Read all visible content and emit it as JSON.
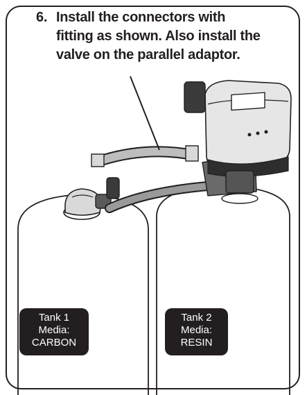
{
  "instruction": {
    "number": "6.",
    "text": "Install the connectors with\nfitting as shown.  Also install the\nvalve on the parallel adaptor."
  },
  "tanks": [
    {
      "line1": "Tank 1",
      "line2": "Media:",
      "line3": "CARBON"
    },
    {
      "line1": "Tank 2",
      "line2": "Media:",
      "line3": "RESIN"
    }
  ],
  "colors": {
    "ink": "#231f20",
    "background": "#ffffff",
    "label_fill": "#231f20",
    "label_text": "#ffffff"
  }
}
